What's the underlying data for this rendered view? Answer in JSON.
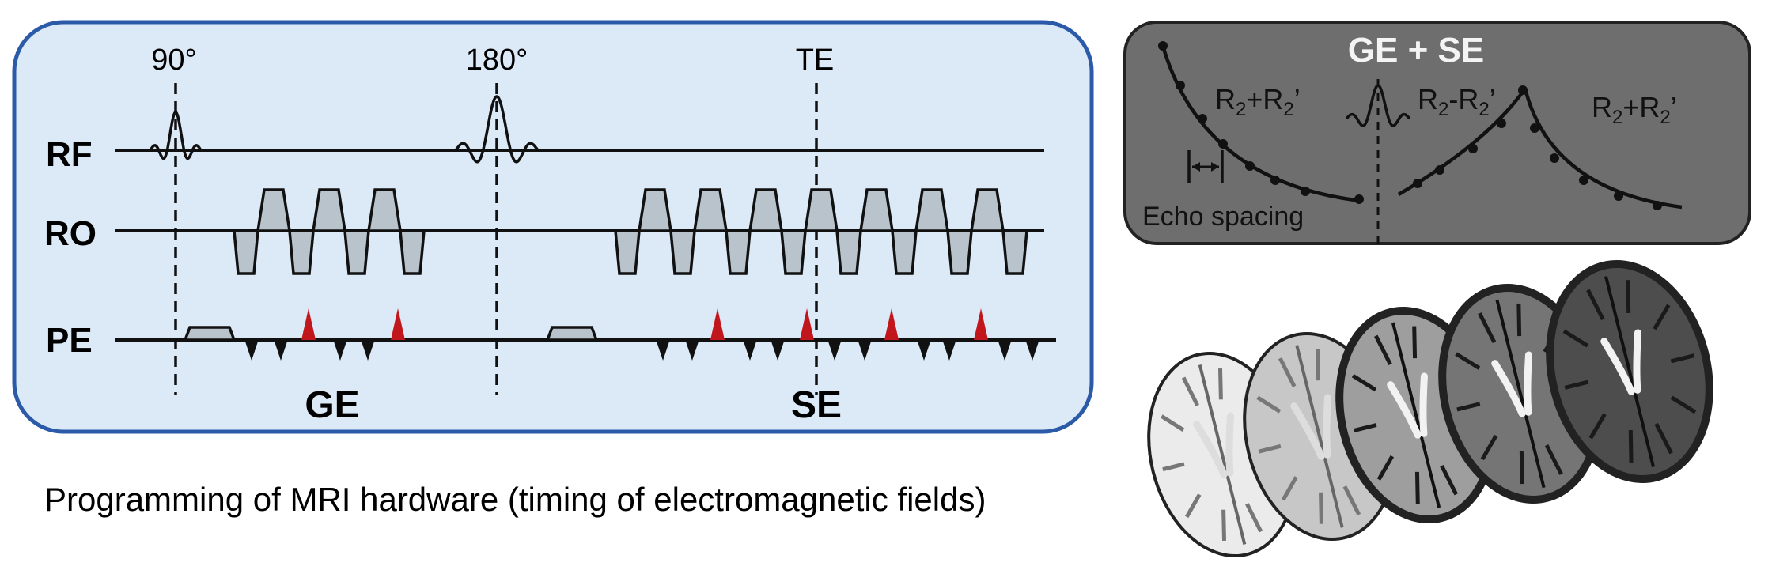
{
  "sequence_diagram": {
    "rf_angles": [
      "90°",
      "180°",
      "TE"
    ],
    "rows": [
      "RF",
      "RO",
      "PE"
    ],
    "sections": [
      "GE",
      "SE"
    ]
  },
  "signal_panel": {
    "title": "GE + SE",
    "left_rate": {
      "base": "R",
      "sub": "2",
      "rest": "+R",
      "sub2": "2",
      "tail": "’"
    },
    "mid_rate": {
      "base": "R",
      "sub": "2",
      "rest": "-R",
      "sub2": "2",
      "tail": "’"
    },
    "right_rate": {
      "base": "R",
      "sub": "2",
      "rest": "+R",
      "sub2": "2",
      "tail": "’"
    },
    "echo_label": "Echo spacing"
  },
  "caption": "Programming of MRI hardware (timing of electromagnetic fields)",
  "colors": {
    "panel_fill": "#dce9f6",
    "panel_border": "#2a5aa8",
    "gradient_fill": "#b9c3cc",
    "blip_red": "#c0161c",
    "dark_panel": "#6e6e6e"
  }
}
